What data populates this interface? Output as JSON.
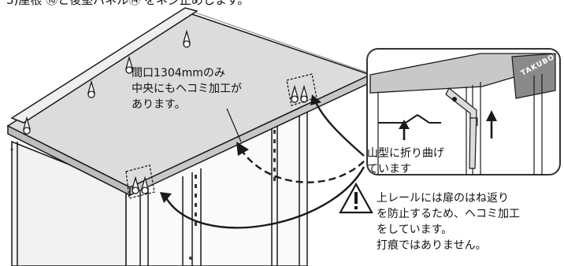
{
  "step_heading": "3)屋根 ⑯と後堅パネル⑭ をネジ止めします。",
  "callouts": {
    "main": [
      "間口1304mmのみ",
      "中央にもヘコミ加工が",
      "あります。"
    ],
    "bend": [
      "山型に折り曲げ",
      "ています"
    ]
  },
  "caution": {
    "icon": "warning-triangle-icon",
    "lines": [
      "上レールには扉のはね返り",
      "を防止するため、ヘコミ加工",
      "をしています。",
      "打痕ではありません。"
    ]
  },
  "inset_brand": "TAKUBO",
  "colors": {
    "line": "#1a1a1a",
    "roof": "#d9d9d9",
    "roof_shade": "#bdbdbd",
    "inset_border": "#333333"
  }
}
